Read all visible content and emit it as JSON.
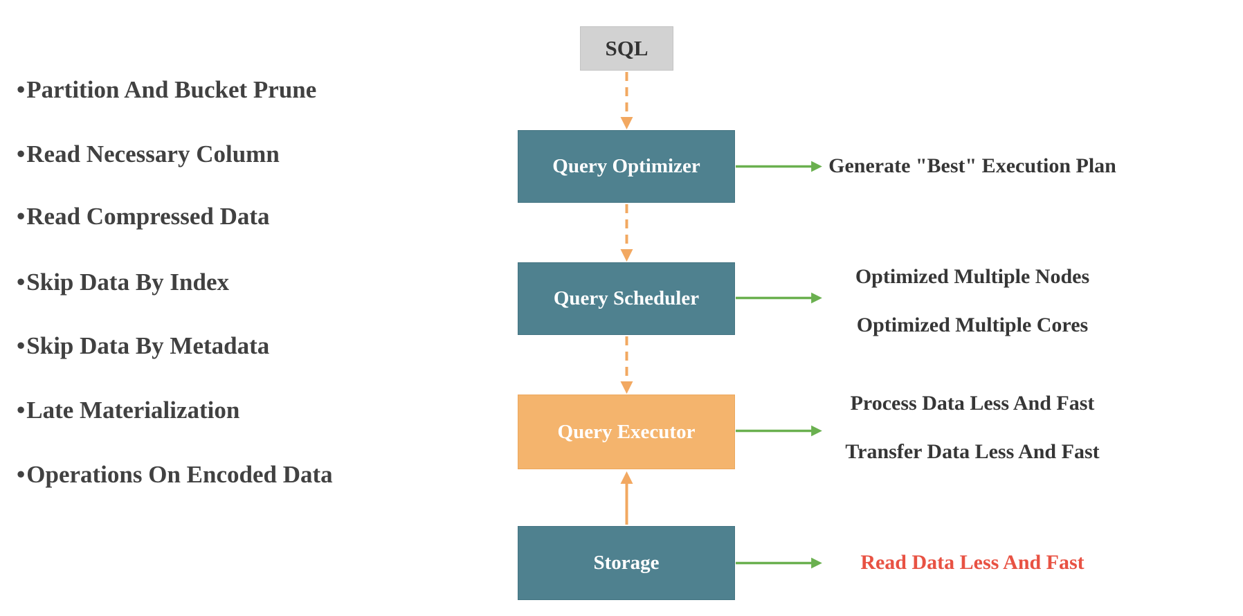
{
  "left_list": {
    "bullet": "•",
    "items": [
      "Partition And Bucket Prune",
      "Read Necessary Column",
      "Read Compressed Data",
      "Skip Data By Index",
      "Skip Data By Metadata",
      "Late Materialization",
      "Operations On Encoded Data"
    ]
  },
  "flow": {
    "nodes": [
      {
        "id": "sql",
        "label": "SQL"
      },
      {
        "id": "query-optimizer",
        "label": "Query Optimizer"
      },
      {
        "id": "query-scheduler",
        "label": "Query Scheduler"
      },
      {
        "id": "query-executor",
        "label": "Query Executor"
      },
      {
        "id": "storage",
        "label": "Storage"
      }
    ],
    "edges": [
      {
        "from": "sql",
        "to": "query-optimizer",
        "style": "dashed",
        "direction": "down"
      },
      {
        "from": "query-optimizer",
        "to": "query-scheduler",
        "style": "dashed",
        "direction": "down"
      },
      {
        "from": "query-scheduler",
        "to": "query-executor",
        "style": "dashed",
        "direction": "down"
      },
      {
        "from": "storage",
        "to": "query-executor",
        "style": "solid",
        "direction": "up"
      }
    ]
  },
  "annotations": [
    {
      "target": "query-optimizer",
      "color": "#363636",
      "lines": [
        "Generate \"Best\" Execution Plan"
      ]
    },
    {
      "target": "query-scheduler",
      "color": "#363636",
      "lines": [
        "Optimized Multiple Nodes",
        "Optimized Multiple Cores"
      ]
    },
    {
      "target": "query-executor",
      "color": "#363636",
      "lines": [
        "Process Data Less And Fast",
        "Transfer Data Less And Fast"
      ]
    },
    {
      "target": "storage",
      "color": "#e85243",
      "lines": [
        "Read Data Less And Fast"
      ]
    }
  ],
  "colors": {
    "node_teal": "#4f818f",
    "node_orange": "#f4b46d",
    "node_gray": "#d2d2d2",
    "arrow_orange": "#f2a861",
    "arrow_green": "#6ab04f",
    "bullet_text": "#414141",
    "annotation_text": "#363636",
    "annotation_red": "#e85243",
    "node_text_light": "#ffffff",
    "node_text_dark": "#333333",
    "background": "#ffffff"
  }
}
